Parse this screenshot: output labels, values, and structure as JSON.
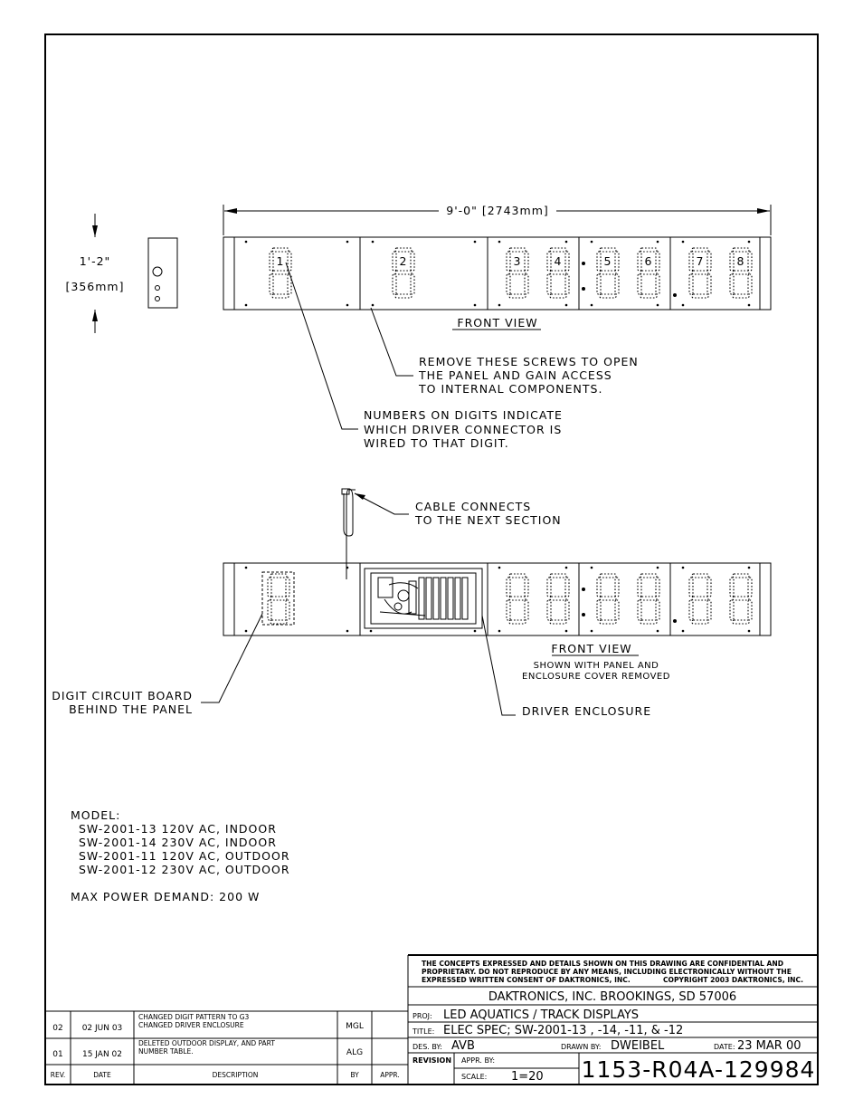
{
  "dimensions": {
    "width": "9'-0\" [2743mm]",
    "height_ft": "1'-2\"",
    "height_mm": "[356mm]"
  },
  "front_view_1": {
    "title": "FRONT VIEW",
    "digit_numbers": [
      "1",
      "2",
      "3",
      "4",
      "5",
      "6",
      "7",
      "8"
    ]
  },
  "callouts": {
    "screws": [
      "REMOVE THESE SCREWS TO OPEN",
      "THE PANEL AND GAIN ACCESS",
      "TO INTERNAL COMPONENTS."
    ],
    "numbers": [
      "NUMBERS ON DIGITS INDICATE",
      "WHICH DRIVER CONNECTOR IS",
      "WIRED TO THAT DIGIT."
    ],
    "cable": [
      "CABLE CONNECTS",
      "TO THE NEXT SECTION"
    ],
    "digit_board": [
      "DIGIT CIRCUIT BOARD",
      "BEHIND THE PANEL"
    ],
    "driver": "DRIVER ENCLOSURE"
  },
  "front_view_2": {
    "title": "FRONT VIEW",
    "note": [
      "SHOWN WITH PANEL AND",
      "ENCLOSURE COVER REMOVED"
    ]
  },
  "model": {
    "heading": "MODEL:",
    "items": [
      "SW-2001-13  120V AC, INDOOR",
      "SW-2001-14  230V AC, INDOOR",
      "SW-2001-11  120V AC, OUTDOOR",
      "SW-2001-12  230V AC, OUTDOOR"
    ],
    "power": "MAX POWER DEMAND: 200 W"
  },
  "revisions": {
    "headers": {
      "rev": "REV.",
      "date": "DATE",
      "description": "DESCRIPTION",
      "by": "BY",
      "appr": "APPR."
    },
    "rows": [
      {
        "rev": "02",
        "date": "02 JUN 03",
        "desc1": "CHANGED DIGIT PATTERN TO G3",
        "desc2": "CHANGED DRIVER ENCLOSURE",
        "by": "MGL",
        "appr": ""
      },
      {
        "rev": "01",
        "date": "15 JAN 02",
        "desc1": "DELETED OUTDOOR DISPLAY, AND PART",
        "desc2": "NUMBER TABLE.",
        "by": "ALG",
        "appr": ""
      }
    ]
  },
  "title_block": {
    "notice": [
      "THE CONCEPTS  EXPRESSED  AND  DETAILS SHOWN ON THIS DRAWING ARE CONFIDENTIAL AND",
      "PROPRIETARY.  DO NOT REPRODUCE BY ANY MEANS, INCLUDING ELECTRONICALLY WITHOUT THE",
      "EXPRESSED WRITTEN CONSENT OF DAKTRONICS, INC."
    ],
    "copyright": "COPYRIGHT 2003 DAKTRONICS, INC.",
    "company": "DAKTRONICS, INC.   BROOKINGS, SD 57006",
    "proj_label": "PROJ:",
    "proj": "LED AQUATICS / TRACK DISPLAYS",
    "title_label": "TITLE:",
    "title": "ELEC SPEC; SW-2001-13 , -14, -11, & -12",
    "des_label": "DES. BY:",
    "des": "AVB",
    "drawn_label": "DRAWN BY:",
    "drawn": "DWEIBEL",
    "date_label": "DATE:",
    "date": "23 MAR 00",
    "revision_label": "REVISION",
    "appr_label": "APPR. BY:",
    "scale_label": "SCALE:",
    "scale": "1=20",
    "dwg_no": "1153-R04A-129984"
  }
}
